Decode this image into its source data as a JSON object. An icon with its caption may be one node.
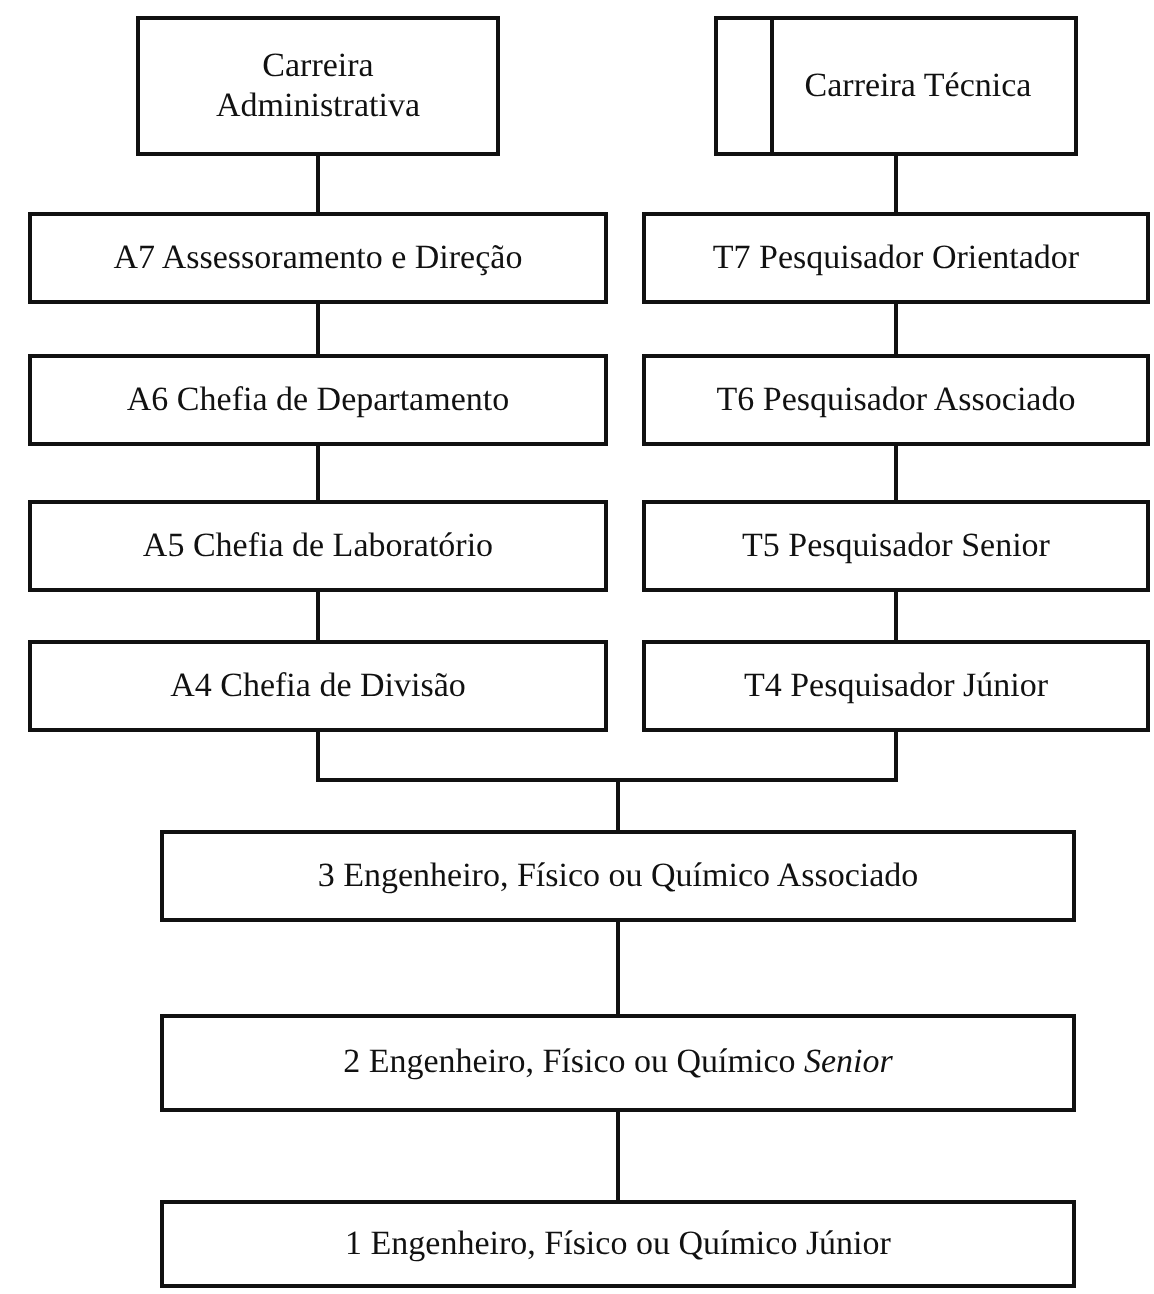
{
  "diagram": {
    "nodes": [
      {
        "text": [
          "Carreira Administrativa"
        ]
      },
      {
        "text": [
          "Carreira Técnica"
        ]
      },
      {
        "text": [
          "A7 Assessoramento e Direção"
        ]
      },
      {
        "text": [
          "T7 Pesquisador Orientador"
        ]
      },
      {
        "text": [
          "A6 Chefia de Departamento"
        ]
      },
      {
        "text": [
          "T6 Pesquisador Associado"
        ]
      },
      {
        "text": [
          "A5 Chefia de Laboratório"
        ]
      },
      {
        "text": [
          "T5 Pesquisador Senior"
        ]
      },
      {
        "text": [
          "A4 Chefia de Divisão"
        ]
      },
      {
        "text": [
          "T4 Pesquisador Júnior"
        ]
      },
      {
        "text": [
          "3 Engenheiro, Físico ou Químico Associado"
        ]
      },
      {
        "text": [
          "2 Engenheiro, Físico ou Químico *Senior*"
        ]
      },
      {
        "text": [
          "1 Engenheiro, Físico ou Químico Júnior"
        ]
      }
    ],
    "edges": [
      {
        "from": 0,
        "to": 2,
        "arrow": "none"
      },
      {
        "from": 2,
        "to": 4,
        "arrow": "none"
      },
      {
        "from": 4,
        "to": 6,
        "arrow": "none"
      },
      {
        "from": 6,
        "to": 8,
        "arrow": "none"
      },
      {
        "from": 1,
        "to": 3,
        "arrow": "none"
      },
      {
        "from": 3,
        "to": 5,
        "arrow": "none"
      },
      {
        "from": 5,
        "to": 7,
        "arrow": "none"
      },
      {
        "from": 7,
        "to": 9,
        "arrow": "none"
      },
      {
        "from": 8,
        "to": 10,
        "arrow": "none"
      },
      {
        "from": 9,
        "to": 10,
        "arrow": "none"
      },
      {
        "from": 10,
        "to": 11,
        "arrow": "none"
      },
      {
        "from": 11,
        "to": 12,
        "arrow": "none"
      }
    ]
  }
}
